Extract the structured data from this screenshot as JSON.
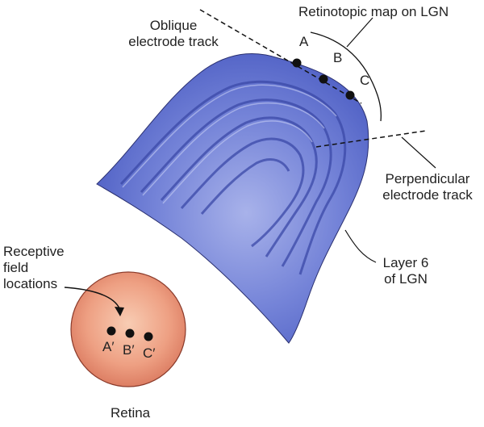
{
  "labels": {
    "oblique": [
      "Oblique",
      "electrode track"
    ],
    "retinotopic": "Retinotopic map on LGN",
    "perpendicular": [
      "Perpendicular",
      "electrode track"
    ],
    "layer6": [
      "Layer 6",
      "of LGN"
    ],
    "receptive": [
      "Receptive",
      "field",
      "locations"
    ],
    "retina": "Retina"
  },
  "lgn_points": [
    "A",
    "B",
    "C"
  ],
  "retina_points": [
    "A′",
    "B′",
    "C′"
  ],
  "colors": {
    "lgn_fill": "#5e6fcf",
    "lgn_light": "#9aa5e4",
    "retina_fill": "#e9987d",
    "retina_light": "#f6c7ae",
    "ink": "#111111"
  }
}
